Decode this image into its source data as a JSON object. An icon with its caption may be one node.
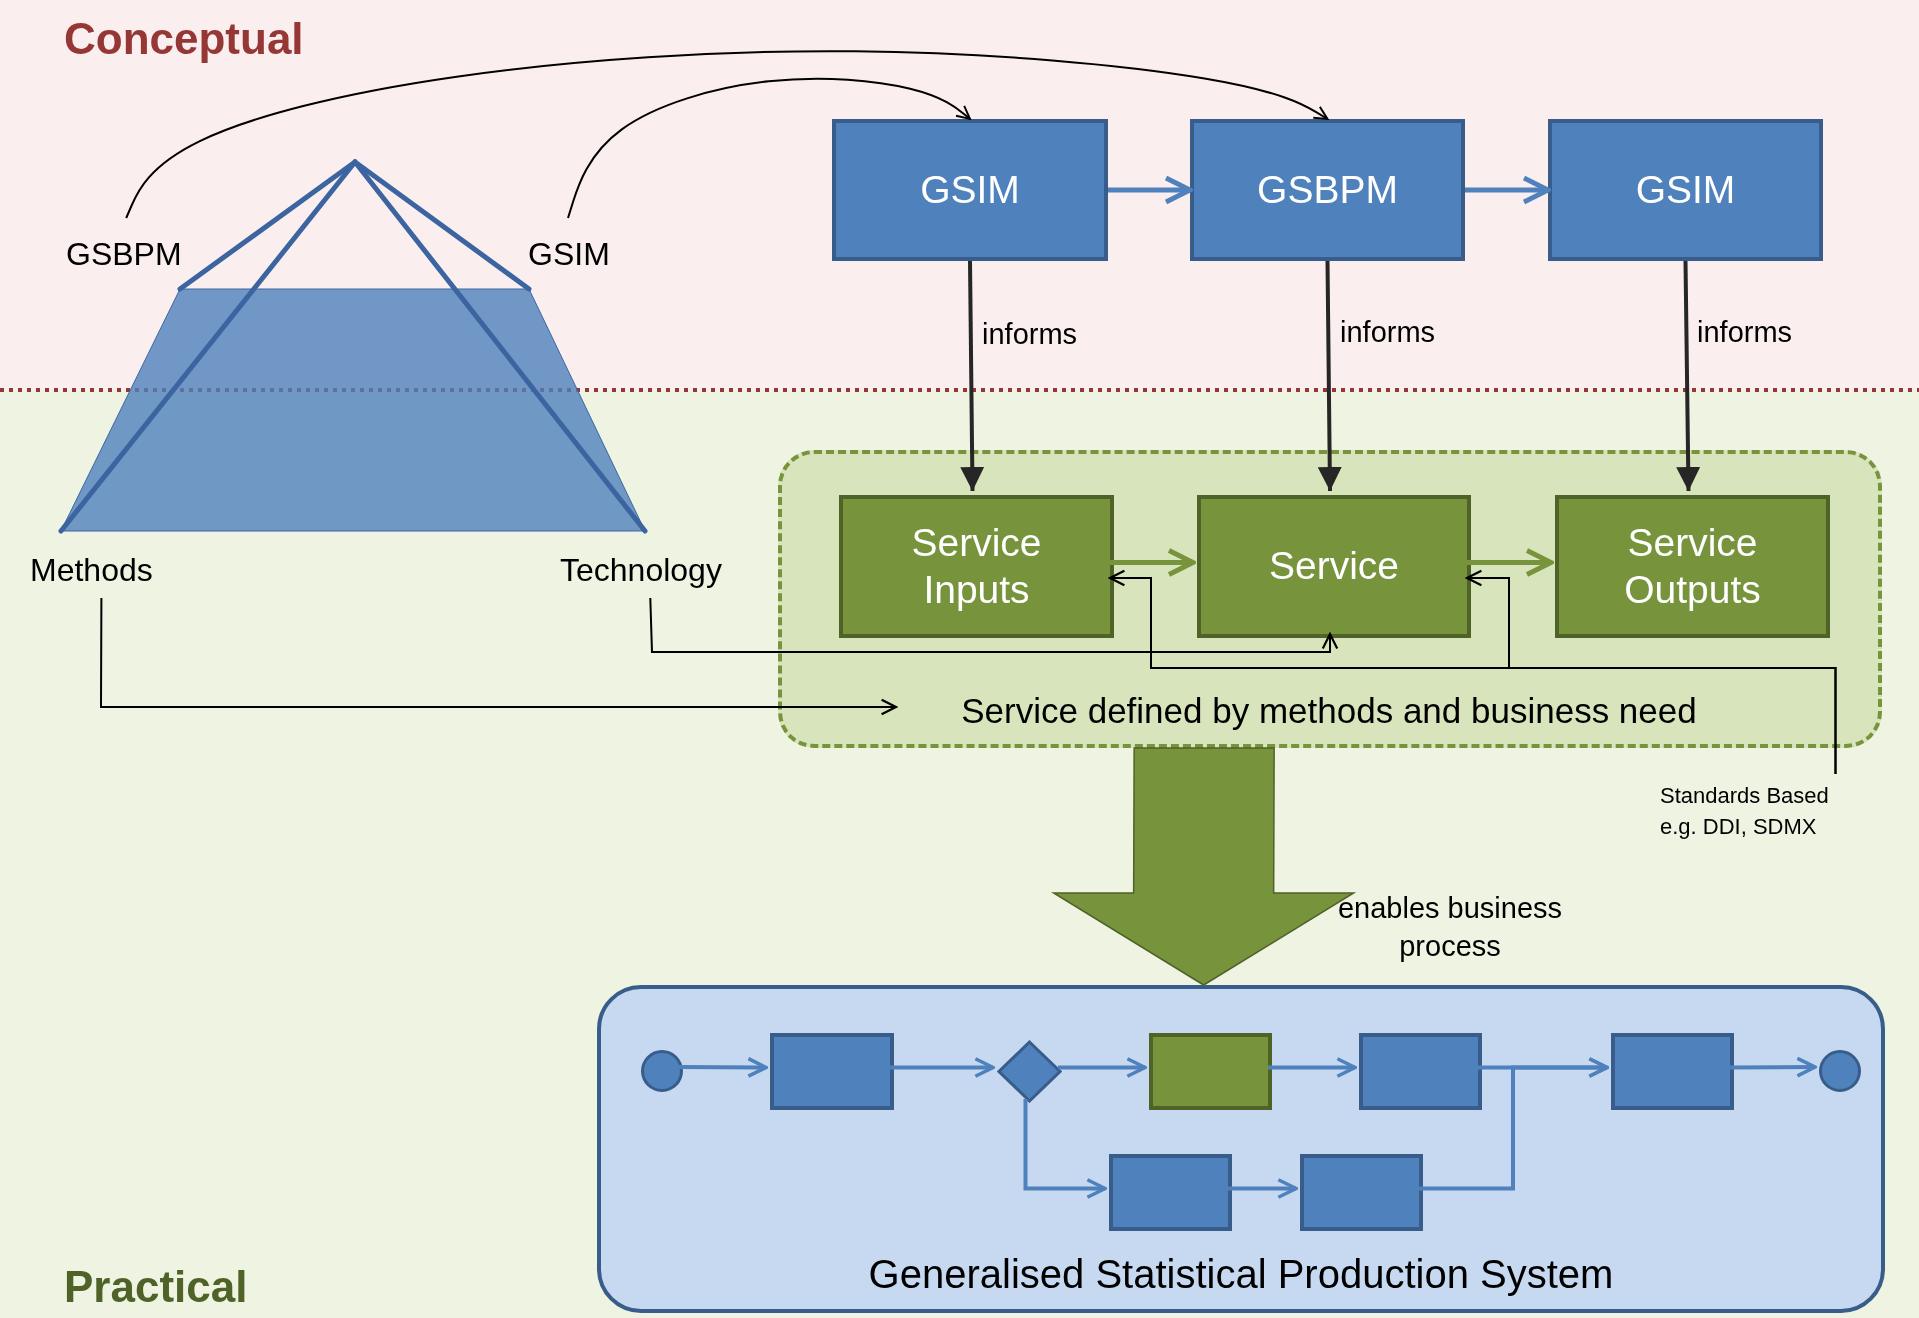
{
  "diagram": {
    "nodes": [
      {
        "text": [
          "GSIM"
        ]
      },
      {
        "text": [
          "GSBPM"
        ]
      },
      {
        "text": [
          "GSIM"
        ]
      },
      {
        "text": [
          "GSBPM"
        ]
      },
      {
        "text": [
          "GSIM"
        ]
      },
      {
        "text": [
          "Methods"
        ]
      },
      {
        "text": [
          "Technology"
        ]
      },
      {
        "text": [],
        "shape": "box"
      },
      {
        "text": [
          "Service Inputs"
        ],
        "in": 7
      },
      {
        "text": [
          "Service"
        ],
        "in": 7
      },
      {
        "text": [
          "Service Outputs"
        ],
        "in": 7
      },
      {
        "text": [
          "Service defined by methods and business need"
        ],
        "in": 7
      },
      {
        "text": [
          "Standards Based e.g. DDI, SDMX"
        ]
      },
      {
        "text": [
          "Generalised Statistical Production System"
        ]
      },
      {
        "text": [],
        "shape": "circle",
        "in": 13
      },
      {
        "text": [],
        "shape": "box",
        "in": 13
      },
      {
        "text": [],
        "shape": "diamond",
        "in": 13
      },
      {
        "text": [],
        "shape": "box",
        "in": 13
      },
      {
        "text": [],
        "shape": "box",
        "in": 13
      },
      {
        "text": [],
        "shape": "box",
        "in": 13
      },
      {
        "text": [],
        "shape": "circle",
        "in": 13
      },
      {
        "text": [],
        "shape": "box",
        "in": 13
      },
      {
        "text": [],
        "shape": "box",
        "in": 13
      }
    ],
    "edges": [
      {
        "from": 0,
        "to": 1,
        "arrow": "to"
      },
      {
        "from": 1,
        "to": 2,
        "arrow": "to"
      },
      {
        "from": 0,
        "to": 8,
        "arrow": "to",
        "label": "informs",
        "color": "#262626"
      },
      {
        "from": 1,
        "to": 9,
        "arrow": "to",
        "label": "informs",
        "color": "#262626"
      },
      {
        "from": 2,
        "to": 10,
        "arrow": "to",
        "label": "informs",
        "color": "#262626"
      },
      {
        "from": 8,
        "to": 9,
        "arrow": "to",
        "color": "#77933c"
      },
      {
        "from": 9,
        "to": 10,
        "arrow": "to",
        "color": "#77933c"
      },
      {
        "from": 3,
        "to": 1,
        "arrow": "to",
        "color": "#000000"
      },
      {
        "from": 4,
        "to": 0,
        "arrow": "to",
        "color": "#000000"
      },
      {
        "from": 5,
        "to": 11,
        "arrow": "to",
        "color": "#000000"
      },
      {
        "from": 6,
        "to": 9,
        "arrow": "to",
        "color": "#000000"
      },
      {
        "from": 12,
        "to": 9,
        "arrow": "to",
        "color": "#000000"
      },
      {
        "from": 12,
        "to": 8,
        "arrow": "to",
        "color": "#000000"
      },
      {
        "from": 7,
        "to": 13,
        "arrow": "to",
        "label": "enables business process",
        "style": "thick",
        "color": "#77933c"
      },
      {
        "from": 14,
        "to": 15,
        "arrow": "to"
      },
      {
        "from": 15,
        "to": 16,
        "arrow": "to"
      },
      {
        "from": 16,
        "to": 17,
        "arrow": "to"
      },
      {
        "from": 17,
        "to": 18,
        "arrow": "to"
      },
      {
        "from": 18,
        "to": 19,
        "arrow": "to"
      },
      {
        "from": 19,
        "to": 20,
        "arrow": "to"
      },
      {
        "from": 16,
        "to": 21,
        "arrow": "to"
      },
      {
        "from": 21,
        "to": 22,
        "arrow": "to"
      },
      {
        "from": 22,
        "to": 19,
        "arrow": "to"
      }
    ],
    "labels": [
      "Conceptual",
      "Practical"
    ]
  }
}
